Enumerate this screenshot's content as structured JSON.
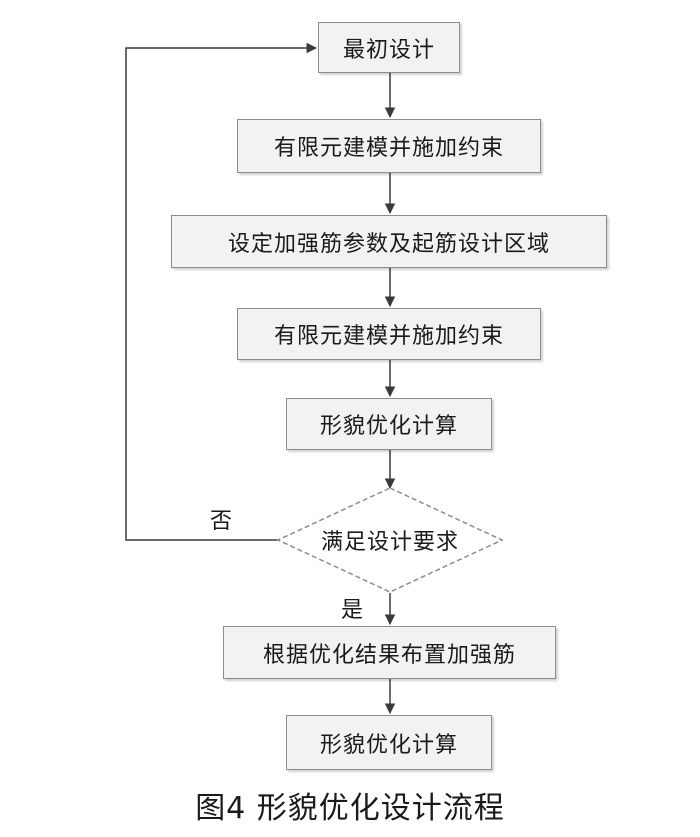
{
  "steps": [
    "最初设计",
    "有限元建模并施加约束",
    "设定加强筋参数及起筋设计区域",
    "有限元建模并施加约束",
    "形貌优化计算"
  ],
  "decision": {
    "label": "满足设计要求",
    "no_label": "否",
    "yes_label": "是"
  },
  "after_steps": [
    "根据优化结果布置加强筋",
    "形貌优化计算"
  ],
  "caption": "图4 形貌优化设计流程",
  "colors": {
    "line": "#3a3a3a",
    "box_fill": "#f2f2f2",
    "box_border": "#8c8c8c"
  }
}
